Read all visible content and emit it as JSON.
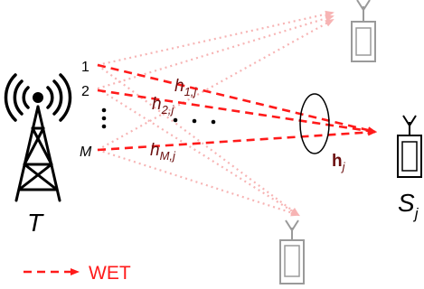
{
  "transmitter": {
    "label": "T",
    "antenna_labels": [
      "1",
      "2",
      "M"
    ],
    "dots_vertical": "⋮",
    "dots_diagonal": ". . ."
  },
  "channels": {
    "h1": {
      "main": "h",
      "sub": "1,j"
    },
    "h2": {
      "main": "h",
      "sub": "2,j"
    },
    "hM": {
      "main": "h",
      "sub": "M,j"
    },
    "vector": {
      "main": "h",
      "sub": "j"
    }
  },
  "receiver": {
    "main": "S",
    "sub": "j"
  },
  "legend": {
    "label": "WET"
  },
  "colors": {
    "wet": "#ff1a1a",
    "faded": "#f7b4b4",
    "channel_text": "#6b0f0f",
    "device_gray": "#9a9a9a"
  }
}
